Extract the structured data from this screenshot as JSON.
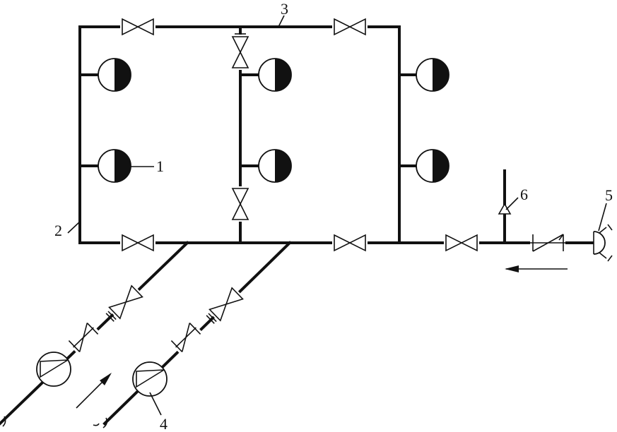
{
  "labels": {
    "sprinkler": "1",
    "riser": "2",
    "main_loop": "3",
    "pump": "4",
    "connector": "5",
    "relief": "6"
  },
  "icons": {
    "sprinkler": "half-filled-circle",
    "pump": "circle-with-triangle",
    "valve": "bowtie",
    "check_valve": "slanted-flap",
    "flow_arrow": "arrow"
  },
  "colors": {
    "line": "#111111",
    "background": "#ffffff"
  }
}
